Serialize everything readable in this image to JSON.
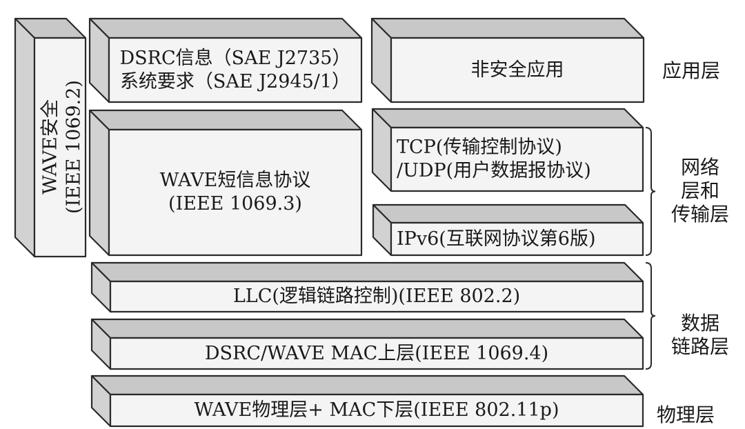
{
  "blocks": {
    "security": {
      "line1": "WAVE安全",
      "line2": "(IEEE 1069.2)"
    },
    "dsrc_msg": {
      "line1": "DSRC信息（SAE J2735）",
      "line2": "系统要求（SAE J2945/1）"
    },
    "wsmp": {
      "line1": "WAVE短信息协议",
      "line2": "(IEEE 1069.3)"
    },
    "non_safety": {
      "line1": "非安全应用"
    },
    "tcp_udp": {
      "line1": "TCP(传输控制协议)",
      "line2": "/UDP(用户数据报协议)"
    },
    "ipv6": {
      "line1": "IPv6(互联网协议第6版)"
    },
    "llc": {
      "line1": "LLC(逻辑链路控制)(IEEE 802.2)"
    },
    "mac_upper": {
      "line1": "DSRC/WAVE MAC上层(IEEE 1069.4)"
    },
    "phy": {
      "line1": "WAVE物理层+ MAC下层(IEEE 802.11p)"
    }
  },
  "layers": {
    "application": "应用层",
    "network_transport": {
      "line1": "网络",
      "line2": "层和",
      "line3": "传输层"
    },
    "data_link": {
      "line1": "数据",
      "line2": "链路层"
    },
    "physical": "物理层"
  },
  "colors": {
    "top": "#c8c8c8",
    "side": "#d2d2d2",
    "front": "#f4f4f4",
    "stroke": "#2a2a2a"
  }
}
